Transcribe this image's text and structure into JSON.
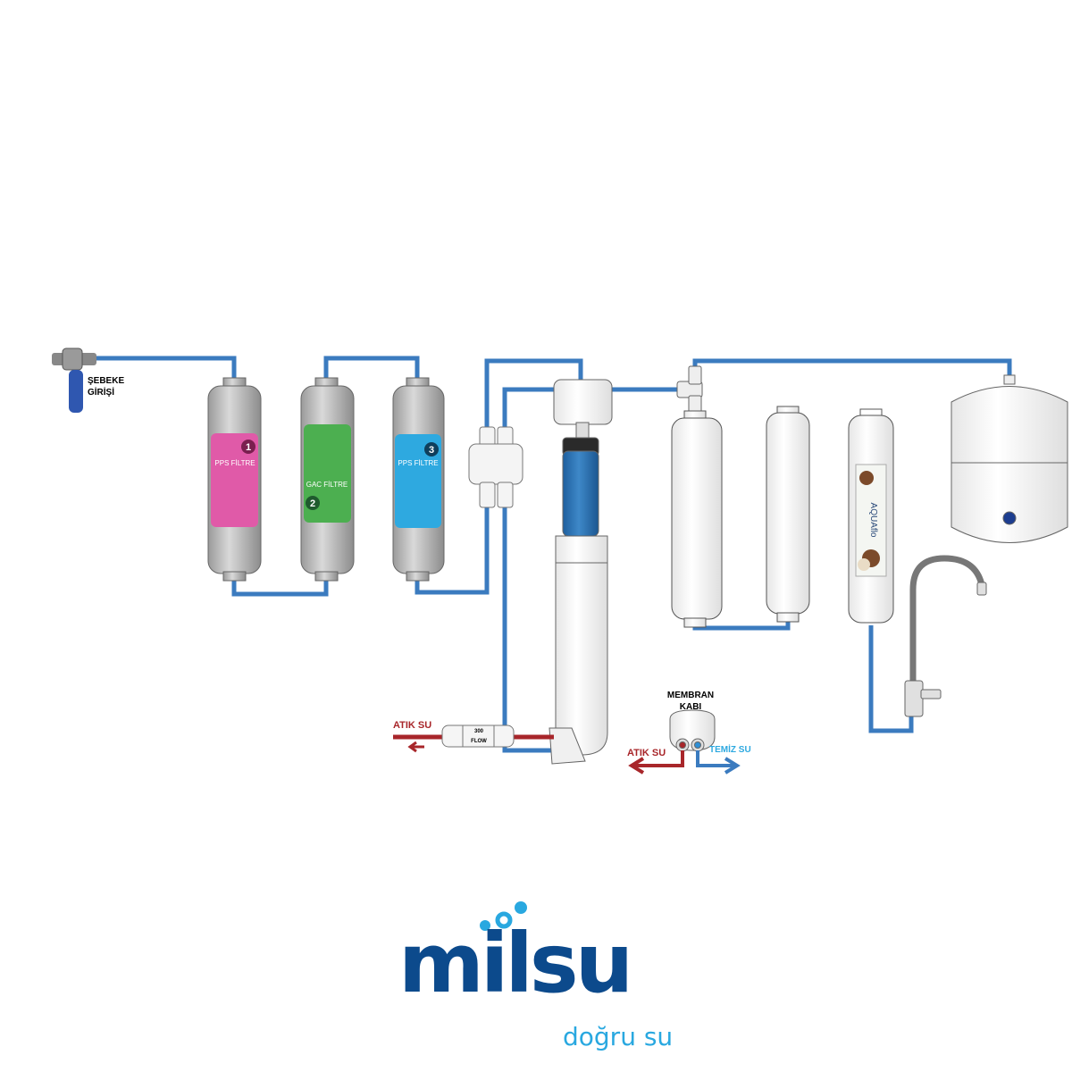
{
  "labels": {
    "inlet": [
      "ŞEBEKE",
      "GİRİŞİ"
    ],
    "filter1": {
      "number": "1",
      "name": "PPS FİLTRE"
    },
    "filter2": {
      "number": "2",
      "name": "GAC FİLTRE"
    },
    "filter3": {
      "number": "3",
      "name": "PPS FİLTRE"
    },
    "flow_restrictor": [
      "300",
      "FLOW"
    ],
    "waste_left": "ATIK SU",
    "membrane_housing": [
      "MEMBRAN",
      "KABI"
    ],
    "waste_right": "ATIK SU",
    "clean_water": "TEMİZ SU",
    "post_filter_brand": "AQUAflo"
  },
  "logo": {
    "brand": "milsu",
    "tagline": "doğru su"
  },
  "colors": {
    "pipe": "#3b7bbf",
    "waste": "#a8262a",
    "clean": "#2e8fd6",
    "pink": "#e05aa8",
    "green": "#4caf50",
    "blue": "#2ea9e0",
    "logo_dark": "#0c4a8c",
    "logo_light": "#29a8e0"
  }
}
